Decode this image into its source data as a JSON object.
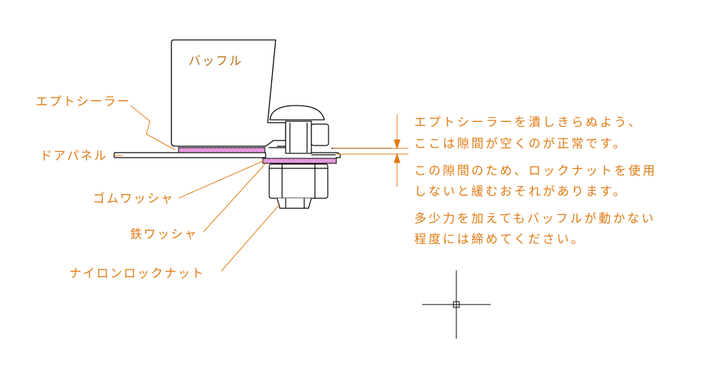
{
  "labels": {
    "baffle": "バッフル",
    "ept_sealer": "エプトシーラー",
    "door_panel": "ドアパネル",
    "rubber_washer": "ゴムワッシャ",
    "iron_washer": "鉄ワッシャ",
    "nylon_locknut": "ナイロンロックナット"
  },
  "notes": {
    "line1": "エプトシーラーを潰しきらぬよう、",
    "line2": "ここは隙間が空くのが正常です。",
    "line3": "この隙間のため、ロックナットを使用",
    "line4": "しないと緩むおそれがあります。",
    "line5": "多少力を加えてもバッフルが動かない",
    "line6": "程度には締めてください。"
  },
  "colors": {
    "annotation": "#e07b14",
    "sealer_fill": "#e8a0e0",
    "line": "#000000"
  }
}
